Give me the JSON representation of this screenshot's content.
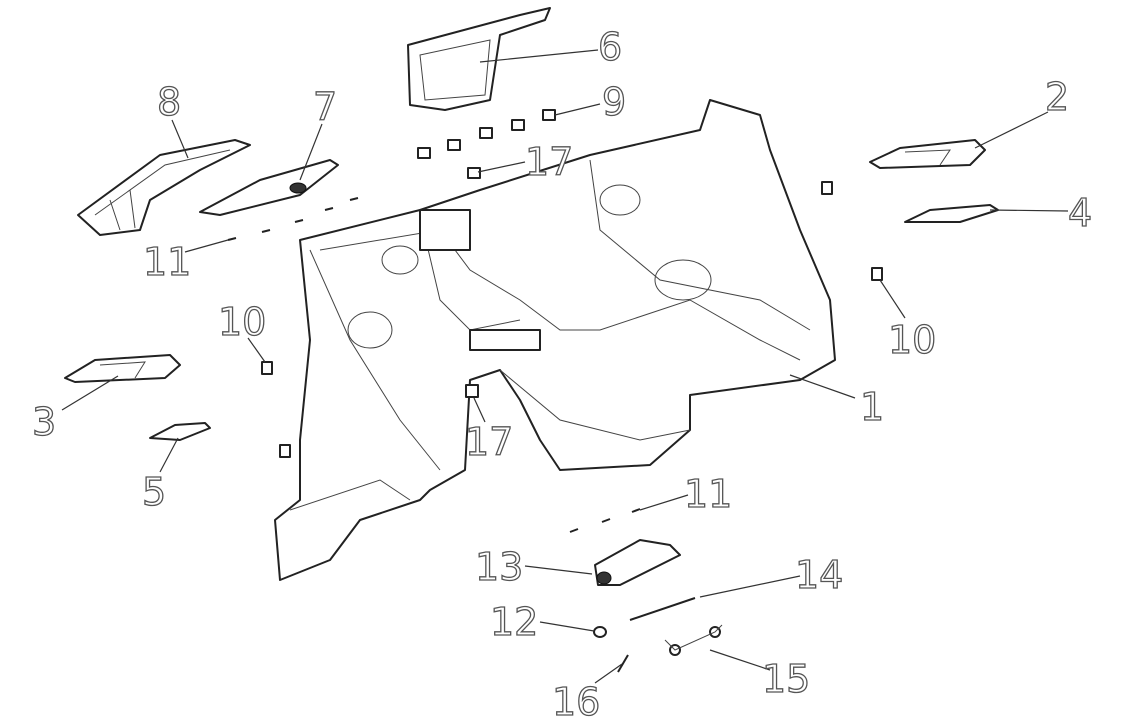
{
  "diagram": {
    "type": "exploded-parts-view",
    "callouts": [
      {
        "id": "c6",
        "label": "6"
      },
      {
        "id": "c9",
        "label": "9"
      },
      {
        "id": "c17a",
        "label": "17"
      },
      {
        "id": "c8",
        "label": "8"
      },
      {
        "id": "c7",
        "label": "7"
      },
      {
        "id": "c2",
        "label": "2"
      },
      {
        "id": "c4",
        "label": "4"
      },
      {
        "id": "c11a",
        "label": "11"
      },
      {
        "id": "c10a",
        "label": "10"
      },
      {
        "id": "c10b",
        "label": "10"
      },
      {
        "id": "c3",
        "label": "3"
      },
      {
        "id": "c5",
        "label": "5"
      },
      {
        "id": "c1",
        "label": "1"
      },
      {
        "id": "c17b",
        "label": "17"
      },
      {
        "id": "c11b",
        "label": "11"
      },
      {
        "id": "c13",
        "label": "13"
      },
      {
        "id": "c14",
        "label": "14"
      },
      {
        "id": "c12",
        "label": "12"
      },
      {
        "id": "c15",
        "label": "15"
      },
      {
        "id": "c16",
        "label": "16"
      }
    ]
  }
}
